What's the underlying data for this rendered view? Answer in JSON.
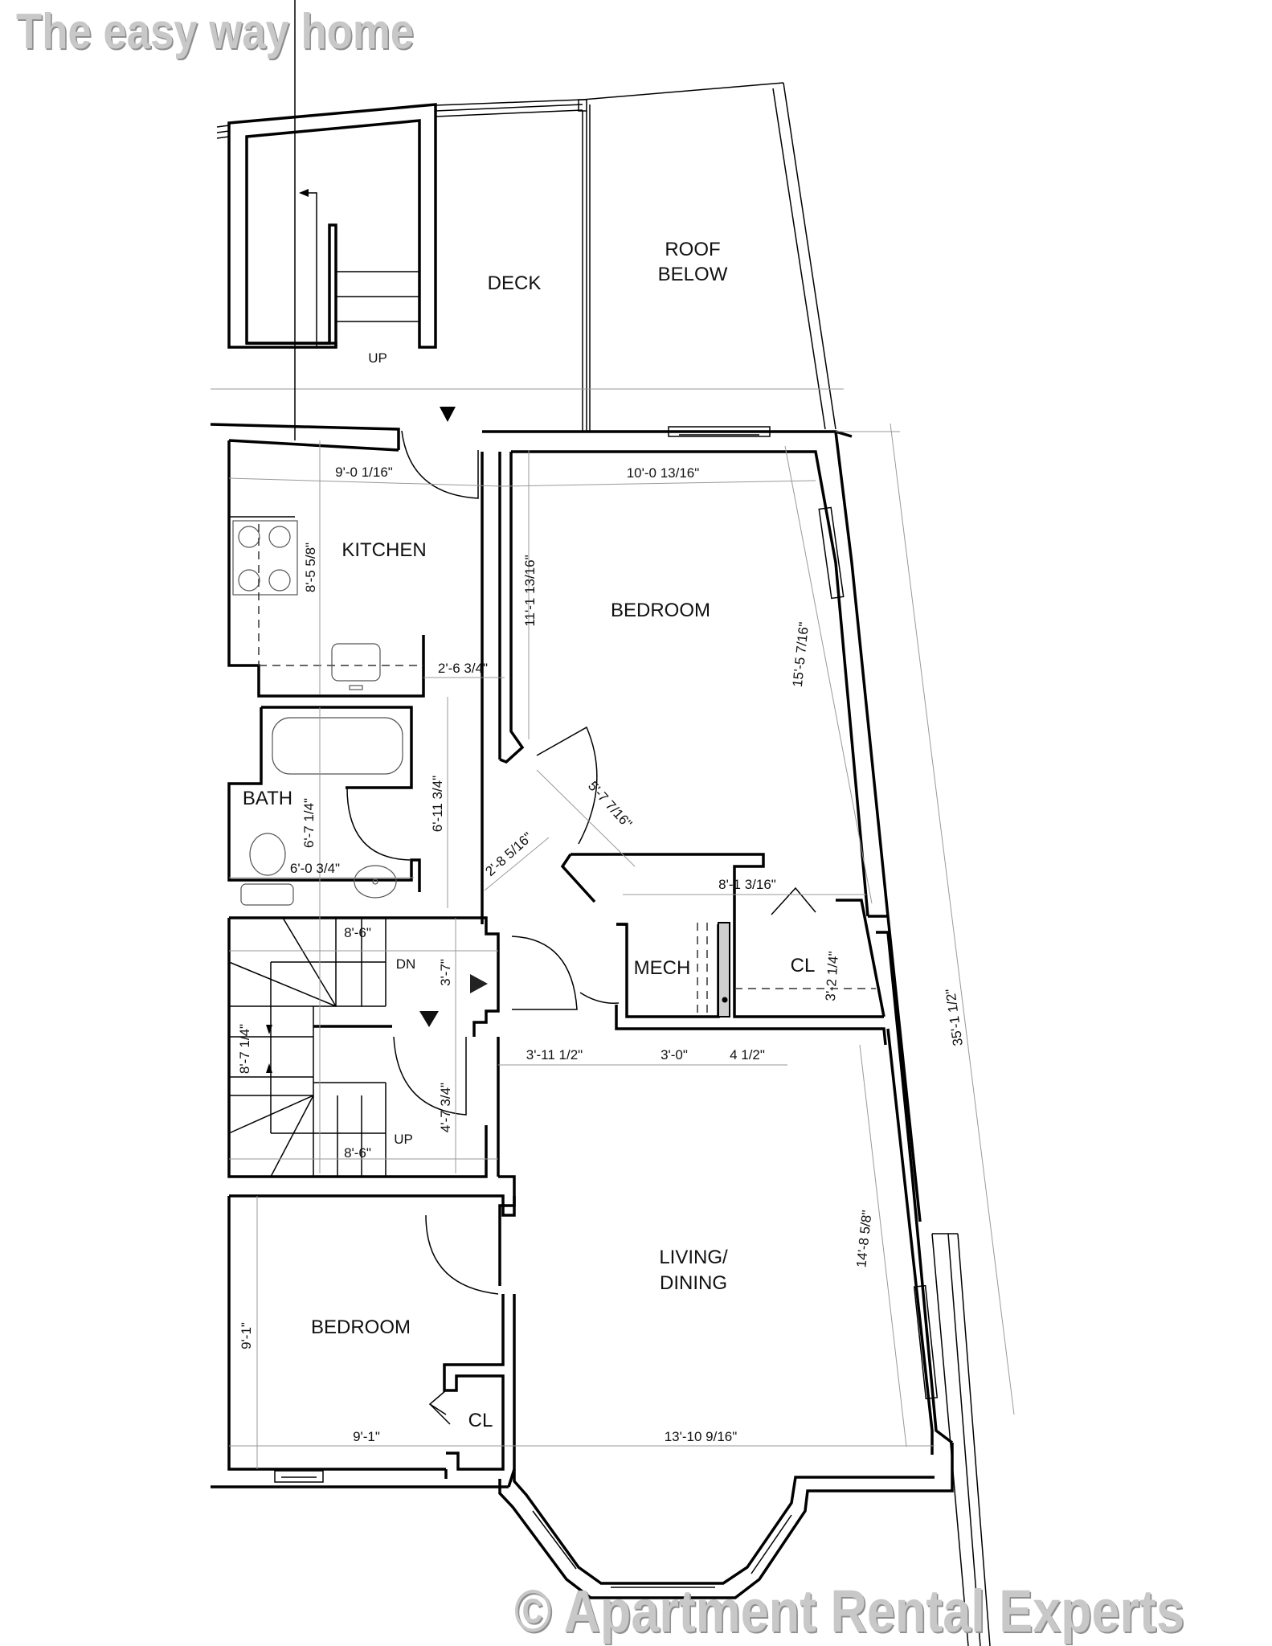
{
  "header": {
    "watermark_top": "The easy way home"
  },
  "footer": {
    "watermark_bottom": "© Apartment Rental Experts"
  },
  "rooms": {
    "deck": "DECK",
    "roof_below_1": "ROOF",
    "roof_below_2": "BELOW",
    "kitchen": "KITCHEN",
    "bedroom_1": "BEDROOM",
    "bath": "BATH",
    "mech": "MECH",
    "closet_1": "CL",
    "living_1": "LIVING/",
    "living_2": "DINING",
    "bedroom_2": "BEDROOM",
    "closet_2": "CL"
  },
  "stair_labels": {
    "exterior_up": "UP",
    "interior_dn": "DN",
    "interior_up": "UP"
  },
  "dimensions": {
    "kitchen_width": "9'-0 1/16\"",
    "kitchen_depth": "8'-5 5/8\"",
    "kitchen_counter": "2'-6 3/4\"",
    "bedroom1_width": "10'-0 13/16\"",
    "bedroom1_left": "11'-1 13/16\"",
    "bedroom1_right": "15'-5 7/16\"",
    "bedroom1_bottom": "8'-1 3/16\"",
    "bedroom1_diag": "5'-7 7/16\"",
    "hall_diag": "2'-8 5/16\"",
    "bath_height": "6'-7 1/4\"",
    "bath_width": "6'-0 3/4\"",
    "bath_total": "6'-11 3/4\"",
    "stair_top_width": "8'-6\"",
    "stair_bottom_width": "8'-6\"",
    "stair_height": "8'-7 1/4\"",
    "landing_height": "3'-7\"",
    "hall_height": "4'-7 3/4\"",
    "living_offset": "3'-11 1/2\"",
    "mech_width": "3'-0\"",
    "wall_thickness": "4 1/2\"",
    "closet1_depth": "3'-2 1/4\"",
    "overall_length": "35'-1 1/2\"",
    "living_right": "14'-8 5/8\"",
    "living_width": "13'-10 9/16\"",
    "bedroom2_height": "9'-1\"",
    "bedroom2_width": "9'-1\""
  },
  "colors": {
    "wall": "#000000",
    "dimension": "#999999",
    "watermark": "#c8c8c8"
  }
}
